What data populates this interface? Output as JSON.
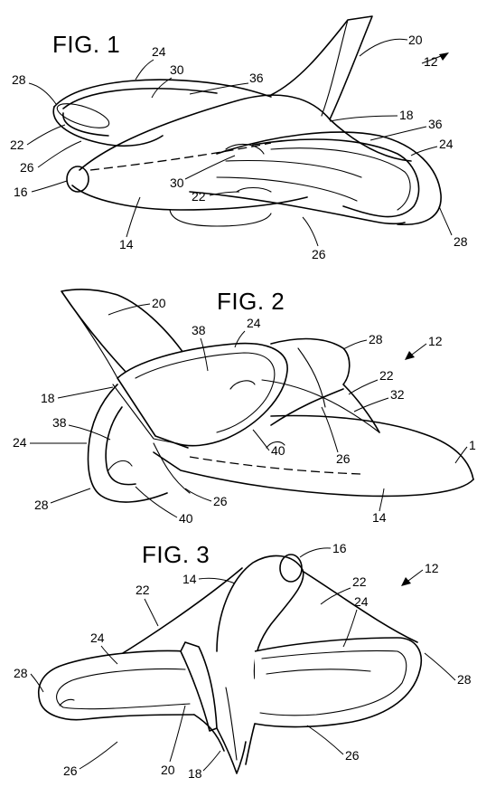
{
  "figures": [
    {
      "title": "FIG. 1",
      "refs": [
        "12",
        "20",
        "24",
        "30",
        "36",
        "28",
        "22",
        "26",
        "16",
        "18",
        "36",
        "24",
        "30",
        "22",
        "14",
        "26",
        "28"
      ]
    },
    {
      "title": "FIG. 2",
      "refs": [
        "20",
        "24",
        "38",
        "28",
        "12",
        "22",
        "32",
        "18",
        "38",
        "24",
        "40",
        "26",
        "1",
        "28",
        "40",
        "26",
        "14"
      ]
    },
    {
      "title": "FIG. 3",
      "refs": [
        "16",
        "12",
        "14",
        "22",
        "22",
        "24",
        "24",
        "28",
        "28",
        "26",
        "20",
        "18",
        "26"
      ]
    }
  ]
}
